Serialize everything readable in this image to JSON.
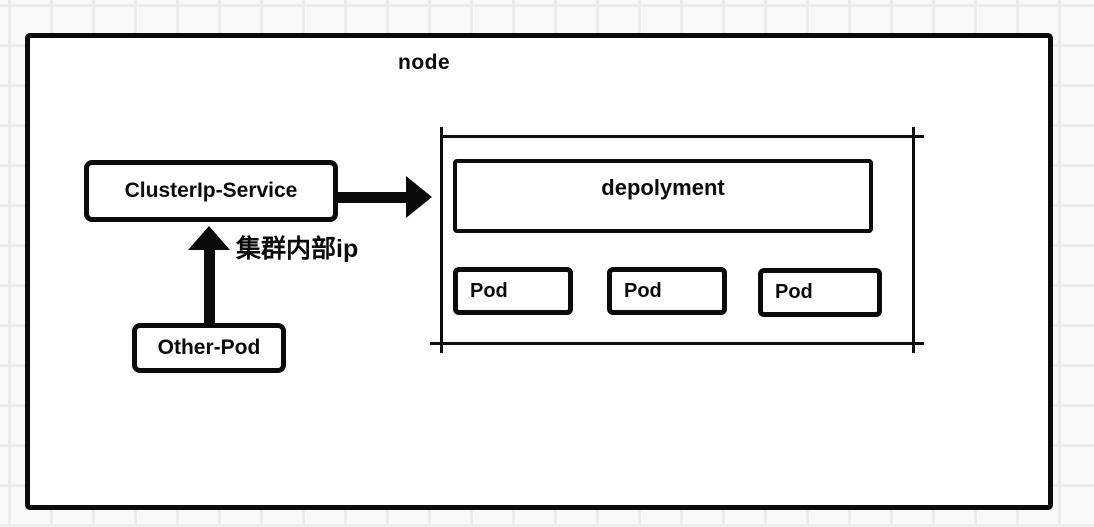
{
  "colors": {
    "ink": "#0b0b0b",
    "shape_fill": "#ffffff",
    "canvas_bg": "#f9f9f9",
    "grid_line": "#ececec"
  },
  "diagram": {
    "node_label": "node",
    "clusterip_service_label": "ClusterIp-Service",
    "other_pod_label": "Other-Pod",
    "internal_ip_label": "集群内部ip",
    "deployment_label": "depolyment",
    "pods": [
      {
        "label": "Pod"
      },
      {
        "label": "Pod"
      },
      {
        "label": "Pod"
      }
    ]
  }
}
